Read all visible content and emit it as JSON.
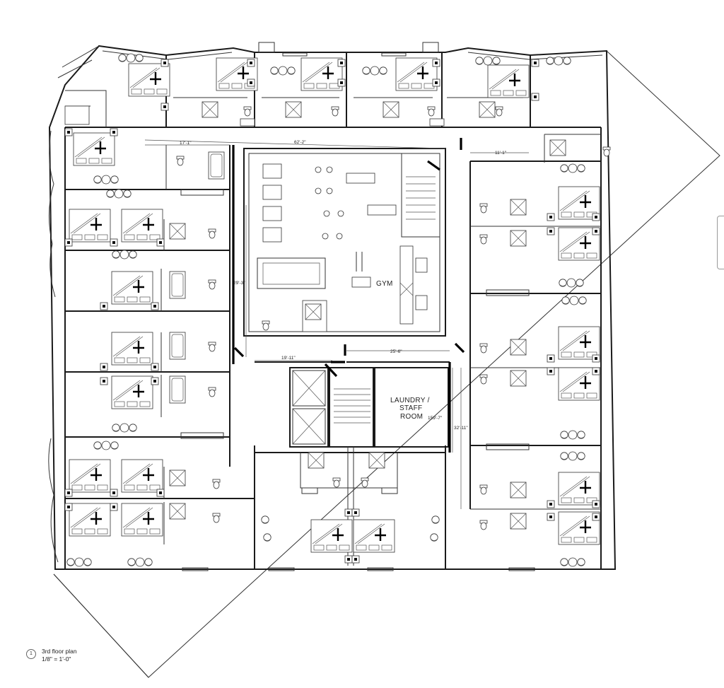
{
  "drawing": {
    "title": "3rd floor plan",
    "scale": "1/8\" = 1'-0\"",
    "marker": "1"
  },
  "rooms": {
    "gym": "GYM",
    "laundry_line1": "LAUNDRY /",
    "laundry_line2": "STAFF",
    "laundry_line3": "ROOM"
  },
  "dimensions": {
    "top_span": "62'-2\"",
    "left_room_width": "17'-1\"",
    "right_room_width": "11'-1\"",
    "left_corridor_height": "29'-3\"",
    "bottom_left_span": "19'-11\"",
    "bottom_right_span": "25'-6\"",
    "right_height": "32'-11\"",
    "laundry_height": "159'-7\""
  },
  "colors": {
    "line": "#1a1a1a",
    "background": "#ffffff"
  }
}
